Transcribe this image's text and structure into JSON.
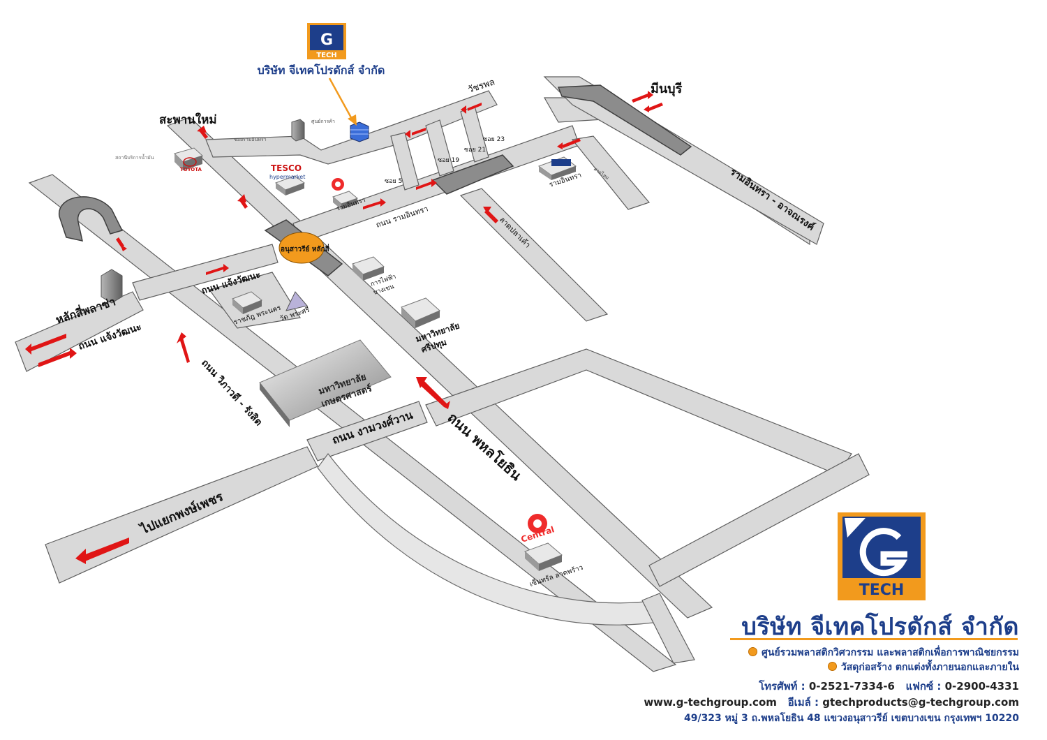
{
  "company": {
    "logo_text": "TECH",
    "name_top": "บริษัท จีเทคโปรดักส์ จำกัด",
    "name": "บริษัท จีเทคโปรดักส์ จำกัด",
    "tagline_1": "ศูนย์รวมพลาสติกวิศวกรรม และพลาสติกเพื่อการพาณิชยกรรม",
    "tagline_2": "วัสดุก่อสร้าง ตกแต่งทั้งภายนอกและภายใน",
    "phone_label": "โทรศัพท์ :",
    "phone": "0-2521-7334-6",
    "fax_label": "แฟกซ์ :",
    "fax": "0-2900-4331",
    "website": "www.g-techgroup.com",
    "email_label": "อีเมล์ :",
    "email": "gtechproducts@g-techgroup.com",
    "address": "49/323 หมู่ 3 ถ.พหลโยธิน 48 แขวงอนุสาวรีย์ เขตบางเขน กรุงเทพฯ 10220"
  },
  "map": {
    "places": {
      "saphan_mai": "สะพานใหม่",
      "min_buri": "มีนบุรี",
      "watcharaphon": "วัชรพล",
      "lak_si_plaza": "หลักสี่พลาซ่า",
      "monument": "อนุสาวรีย์ หลักสี่",
      "kasetsart": "มหาวิทยาลัย\nเกษตรศาสตร์",
      "sripatum": "มหาวิทยาลัย\nศรีปทุม",
      "egat": "การไฟฟ้า\nบางเขน",
      "rajabhat": "ราชภัฎ พระนคร",
      "wat_phra_si": "วัด พระศรี",
      "central_ladprao": "เซ็นทรัล ลาดพร้าว",
      "ramintra_central": "รามอินทรา",
      "ramintra_carrefour": "รามอินทรา",
      "tesco": "TESCO",
      "tesco_sub": "hypermarket",
      "central_logo": "Central",
      "toyota": "TOYOTA",
      "soi_5": "ซอย 5",
      "soi_19": "ซอย 19",
      "soi_21": "ซอย 21",
      "soi_23": "ซอย 23",
      "sai_mai_small": "สายไหม",
      "wat_small": "สถานีบริการน้ำมัน",
      "soi_small": "ซอยรามอินทรา",
      "tesco_small": "ศูนย์การค้า"
    },
    "roads": {
      "ngamwongwan": "ถนน งามวงศ์วาน",
      "phahonyothin": "ถนน พหลโยธิน",
      "vibhavadi": "ถนน วิภาวดี - รังสิต",
      "chaengwattana_1": "ถนน แจ้งวัฒนะ",
      "chaengwattana_2": "ถนน แจ้งวัฒนะ",
      "ramintra": "ถนน รามอินทรา",
      "ramintra_artnarong": "รามอินทรา - อาจณรงค์",
      "lat_pla_khao": "ลาดปลาเค้า",
      "to_phong_phet": "ไปแยกพงษ์เพชร"
    },
    "colors": {
      "road": "#d9d9d9",
      "arrow": "#e01515",
      "brand_blue": "#1d3e8a",
      "brand_orange": "#f29a1d",
      "monument": "#f29a1d"
    }
  }
}
